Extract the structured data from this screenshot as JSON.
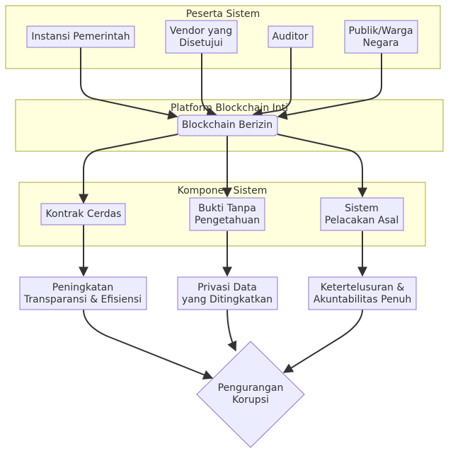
{
  "clusters": {
    "peserta": "Peserta Sistem",
    "platform": "Platform Blockchain Inti",
    "komponen": "Komponen Sistem"
  },
  "nodes": {
    "instansi": [
      "Instansi Pemerintah"
    ],
    "vendor": [
      "Vendor yang",
      "Disetujui"
    ],
    "auditor": [
      "Auditor"
    ],
    "publik": [
      "Publik/Warga",
      "Negara"
    ],
    "blockchain": [
      "Blockchain Berizin"
    ],
    "kontrak": [
      "Kontrak Cerdas"
    ],
    "bukti": [
      "Bukti Tanpa",
      "Pengetahuan"
    ],
    "pelacakan": [
      "Sistem",
      "Pelacakan Asal"
    ],
    "transparansi": [
      "Peningkatan",
      "Transparansi & Efisiensi"
    ],
    "privasi": [
      "Privasi Data",
      "yang Ditingkatkan"
    ],
    "ketertelusuran": [
      "Ketertelusuran &",
      "Akuntabilitas Penuh"
    ],
    "pengurangan": [
      "Pengurangan",
      "Korupsi"
    ]
  },
  "colors": {
    "cluster_fill": "#ffffde",
    "cluster_stroke": "#aaaa33",
    "node_fill": "#ececff",
    "node_stroke": "#9370db",
    "edge": "#333333"
  }
}
